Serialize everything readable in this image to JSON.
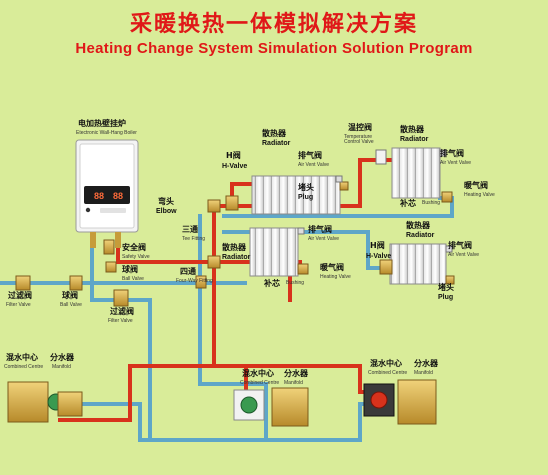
{
  "header": {
    "title_cn": "采暖换热一体模拟解决方案",
    "title_en": "Heating Change System Simulation Solution Program"
  },
  "boiler": {
    "label_cn": "电加热壁挂炉",
    "label_en": "Etectronic Wall-Hang Boiler",
    "display_left": "88",
    "display_right": "88"
  },
  "labels": {
    "radiator_top_left_cn": "散热器",
    "radiator_top_left_en": "Radiator",
    "h_valve_top_cn": "H阀",
    "h_valve_top_en": "H-Valve",
    "air_vent_top_left_cn": "排气阀",
    "air_vent_top_left_en": "Air Vent Valve",
    "plug_top_cn": "堵头",
    "plug_top_en": "Plug",
    "temp_valve_cn": "温控阀",
    "temp_valve_en": "Temperature Control Valve",
    "radiator_top_right_cn": "散热器",
    "radiator_top_right_en": "Radiator",
    "air_vent_top_right_cn": "排气阀",
    "air_vent_top_right_en": "Air Vent Valve",
    "heating_valve_top_cn": "暖气阀",
    "heating_valve_top_en": "Heating Valve",
    "bushing_top_cn": "补芯",
    "bushing_top_en": "Bushing",
    "elbow_cn": "弯头",
    "elbow_en": "Elbow",
    "tee_cn": "三通",
    "tee_en": "Tee Fitting",
    "cross_cn": "四通",
    "cross_en": "Four-Way Fitting",
    "radiator_mid_left_cn": "散热器",
    "radiator_mid_left_en": "Radiator",
    "air_vent_mid_left_cn": "排气阀",
    "air_vent_mid_left_en": "Air Vent Valve",
    "bushing_mid_cn": "补芯",
    "bushing_mid_en": "Bushing",
    "heating_valve_mid_cn": "暖气阀",
    "heating_valve_mid_en": "Heating Valve",
    "h_valve_mid_cn": "H阀",
    "h_valve_mid_en": "H-Valve",
    "radiator_mid_right_cn": "散热器",
    "radiator_mid_right_en": "Radiator",
    "air_vent_mid_right_cn": "排气阀",
    "air_vent_mid_right_en": "Air Vent Valve",
    "plug_mid_cn": "堵头",
    "plug_mid_en": "Plug",
    "safety_valve_cn": "安全阀",
    "safety_valve_en": "Safety Valve",
    "ball_valve_right_cn": "球阀",
    "ball_valve_right_en": "Ball Valve",
    "filter_left_cn": "过滤阀",
    "filter_left_en": "Filter Valve",
    "ball_left_cn": "球阀",
    "ball_left_en": "Ball Valve",
    "filter_mid_cn": "过滤阀",
    "filter_mid_en": "Filter Valve",
    "mix_left_cn": "混水中心",
    "mix_left_en": "Combined Centre",
    "manifold_left_cn": "分水器",
    "manifold_left_en": "Manifold",
    "mix_mid_cn": "混水中心",
    "mix_mid_en": "Combined Centre",
    "manifold_mid_cn": "分水器",
    "manifold_mid_en": "Manifold",
    "mix_right_cn": "混水中心",
    "mix_right_en": "Combined Centre",
    "manifold_right_cn": "分水器",
    "manifold_right_en": "Manifold"
  },
  "colors": {
    "background": "#d9ec99",
    "hot_pipe": "#d8321c",
    "return_pipe": "#5ea6c8",
    "title": "#e01818"
  }
}
